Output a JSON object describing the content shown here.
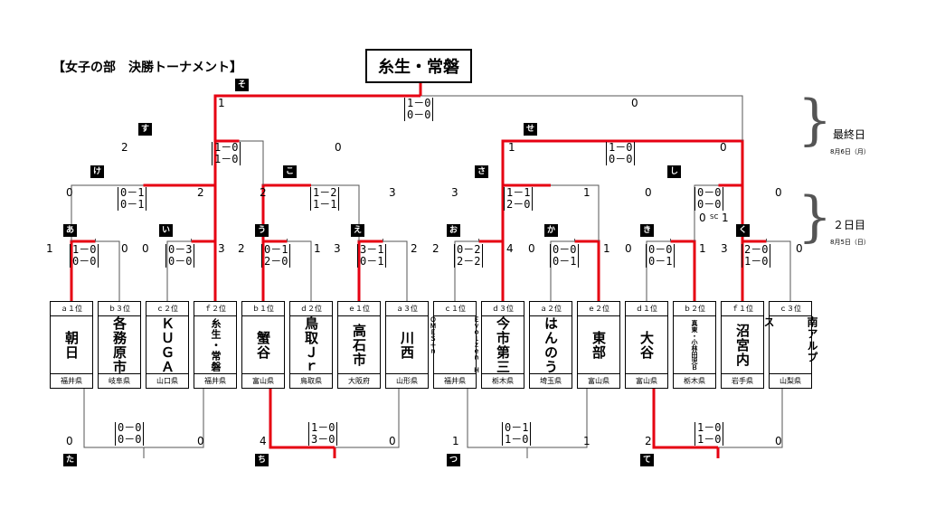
{
  "title": "【女子の部　決勝トーナメント】",
  "champion": "糸生・常磐",
  "days": [
    {
      "label": "最終日",
      "date": "8月6日（月）"
    },
    {
      "label": "２日目",
      "date": "8月5日（日）"
    }
  ],
  "teams": [
    {
      "seed": "ａ１位",
      "name": "朝日",
      "pref": "福井県"
    },
    {
      "seed": "ｂ３位",
      "name": "各務原市",
      "pref": "岐阜県"
    },
    {
      "seed": "ｃ２位",
      "name": "ＫＵＧＡ",
      "pref": "山口県"
    },
    {
      "seed": "ｆ２位",
      "name": "糸生・常磐",
      "pref": "福井県"
    },
    {
      "seed": "ｂ１位",
      "name": "蟹谷",
      "pref": "富山県"
    },
    {
      "seed": "ｄ２位",
      "name": "鳥取Ｊｒ",
      "pref": "鳥取県"
    },
    {
      "seed": "ｅ１位",
      "name": "高石市",
      "pref": "大阪府"
    },
    {
      "seed": "ａ３位",
      "name": "川西",
      "pref": "山形県"
    },
    {
      "seed": "ｃ１位",
      "name": "Ｅｖｏｌｚｅｎ　ＨＯＭＥＳ＋ｎ",
      "pref": "福井県"
    },
    {
      "seed": "ｄ３位",
      "name": "今市第三",
      "pref": "栃木県"
    },
    {
      "seed": "ａ２位",
      "name": "はんのう",
      "pref": "埼玉県"
    },
    {
      "seed": "ｅ２位",
      "name": "東部",
      "pref": "富山県"
    },
    {
      "seed": "ｄ１位",
      "name": "大谷",
      "pref": "富山県"
    },
    {
      "seed": "ｂ２位",
      "name": "真東・小林田児Ｂ",
      "pref": "栃木県"
    },
    {
      "seed": "ｆ１位",
      "name": "沼宮内",
      "pref": "岩手県"
    },
    {
      "seed": "ｃ３位",
      "name": "南アルプス",
      "pref": "山梨県"
    }
  ],
  "matches": {
    "a": {
      "label": "あ",
      "left": "1",
      "right": "0",
      "sets": [
        "1－0",
        "0－0"
      ]
    },
    "i": {
      "label": "い",
      "left": "0",
      "right": "3",
      "sets": [
        "0－3",
        "0－0"
      ]
    },
    "u": {
      "label": "う",
      "left": "2",
      "right": "1",
      "sets": [
        "0－1",
        "2－0"
      ]
    },
    "e": {
      "label": "え",
      "left": "3",
      "right": "2",
      "sets": [
        "3－1",
        "0－1"
      ]
    },
    "o": {
      "label": "お",
      "left": "2",
      "right": "4",
      "sets": [
        "0－2",
        "2－2"
      ]
    },
    "ka": {
      "label": "か",
      "left": "0",
      "right": "1",
      "sets": [
        "0－0",
        "0－1"
      ]
    },
    "ki": {
      "label": "き",
      "left": "0",
      "right": "1",
      "sets": [
        "0－0",
        "0－1"
      ]
    },
    "ku": {
      "label": "く",
      "left": "3",
      "right": "0",
      "sets": [
        "2－0",
        "1－0"
      ]
    },
    "ke": {
      "label": "け",
      "left": "0",
      "right": "2",
      "sets": [
        "0－1",
        "0－1"
      ]
    },
    "ko": {
      "label": "こ",
      "left": "2",
      "right": "3",
      "sets": [
        "1－2",
        "1－1"
      ]
    },
    "sa": {
      "label": "さ",
      "left": "3",
      "right": "1",
      "sets": [
        "1－1",
        "2－0"
      ]
    },
    "shi": {
      "label": "し",
      "left": "0",
      "right": "0",
      "sets": [
        "0－0",
        "0－0"
      ],
      "extra": "0 SC 1",
      "sc_left": "0",
      "sc_mark": "SC",
      "sc_right": "1"
    },
    "su": {
      "label": "す",
      "left": "2",
      "right": "0",
      "sets": [
        "1－0",
        "1－0"
      ]
    },
    "se": {
      "label": "せ",
      "left": "1",
      "right": "0",
      "sets": [
        "1－0",
        "0－0"
      ]
    },
    "so": {
      "label": "そ",
      "left": "1",
      "right": "0",
      "sets": [
        "1－0",
        "0－0"
      ]
    },
    "ta": {
      "label": "た",
      "left": "0",
      "right": "0",
      "sets": [
        "0－0",
        "0－0"
      ]
    },
    "chi": {
      "label": "ち",
      "left": "4",
      "right": "0",
      "sets": [
        "1－0",
        "3－0"
      ]
    },
    "tsu": {
      "label": "つ",
      "left": "1",
      "right": "1",
      "sets": [
        "0－1",
        "1－0"
      ]
    },
    "te": {
      "label": "て",
      "left": "2",
      "right": "0",
      "sets": [
        "1－0",
        "1－0"
      ]
    }
  },
  "colors": {
    "winner_line": "#e60012",
    "line": "#555555"
  }
}
